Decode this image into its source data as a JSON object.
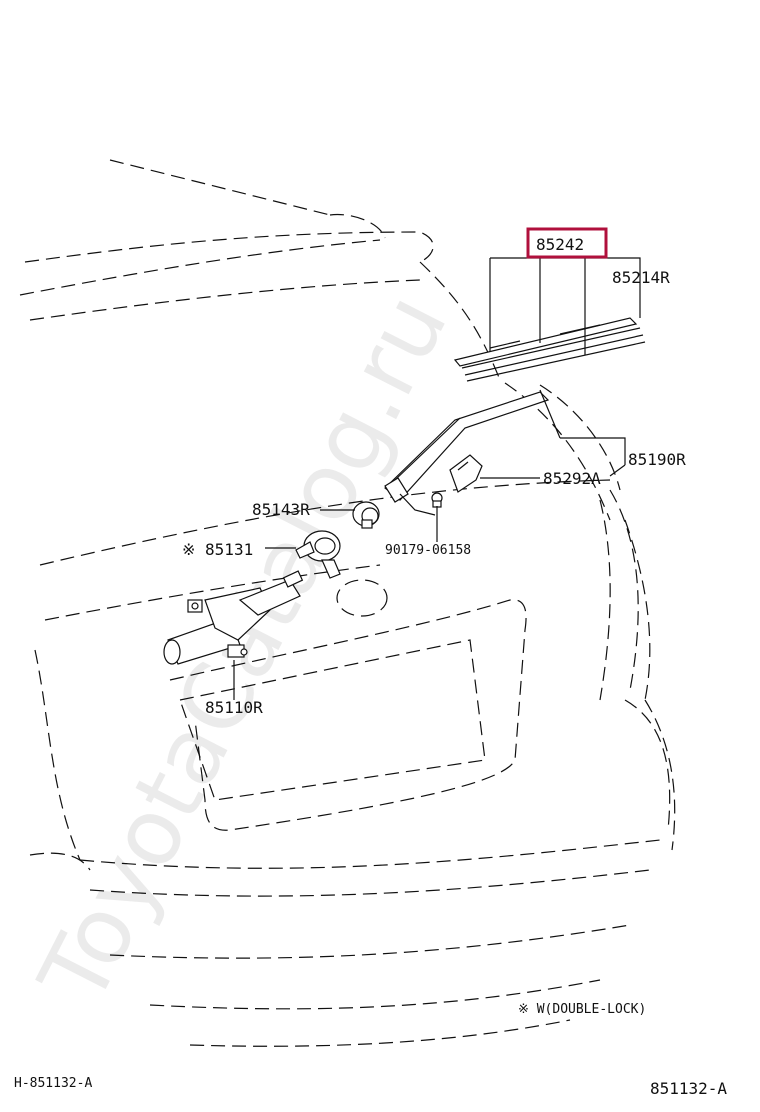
{
  "watermark": "ToyotaCatalog.ru",
  "highlight_color": "#b0103c",
  "labels": {
    "p85242": "85242",
    "p85214r": "85214R",
    "p85190r": "85190R",
    "p85292a": "85292A",
    "p85143r": "85143R",
    "p90179": "90179-06158",
    "p85131": "※ 85131",
    "p85110r": "85110R"
  },
  "legend": "※  W(DOUBLE-LOCK)",
  "footer": {
    "left": "H-851132-A",
    "right": "851132-A"
  }
}
